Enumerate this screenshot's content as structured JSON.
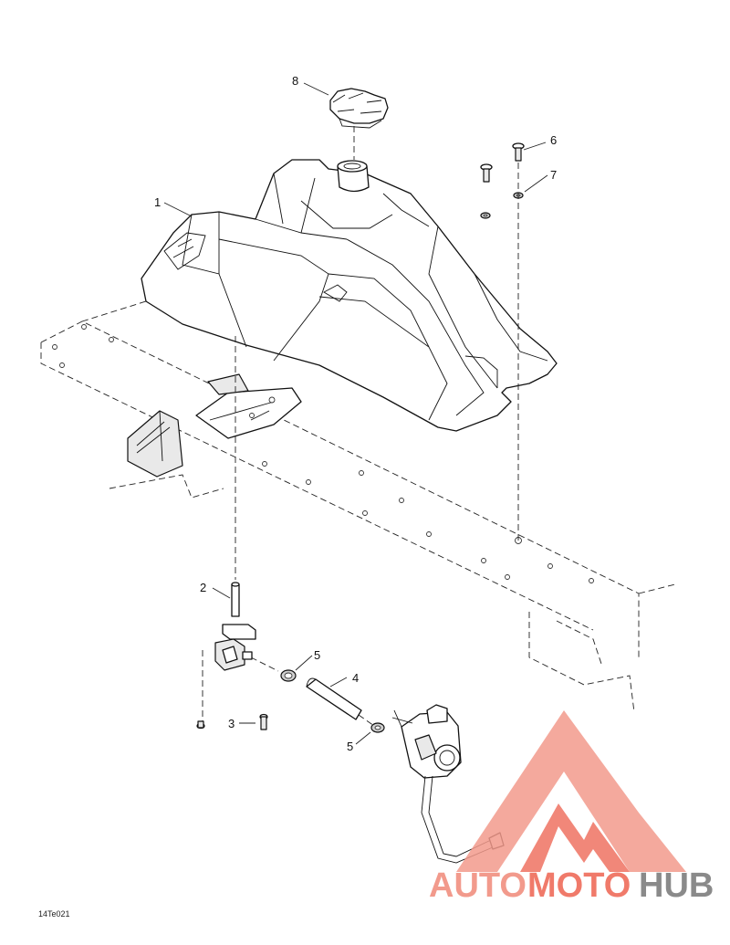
{
  "callouts": {
    "c1": "1",
    "c2": "2",
    "c3": "3",
    "c4": "4",
    "c5a": "5",
    "c5b": "5",
    "c6": "6",
    "c7": "7",
    "c8": "8"
  },
  "drawing_code": "14Te021",
  "watermark": {
    "part1": "AUTO",
    "part2": "MOTO",
    "part3": "HUB",
    "color_light": "#f29a8c",
    "color_main": "#f07a6a",
    "color_dark": "#8a8a8a"
  }
}
